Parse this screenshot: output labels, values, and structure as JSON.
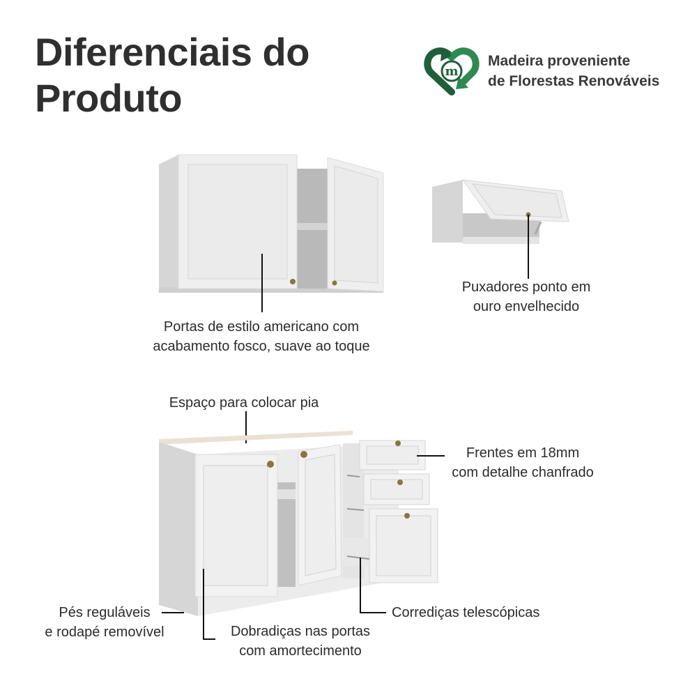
{
  "header": {
    "title_line1": "Diferenciais do",
    "title_line2": "Produto"
  },
  "badge": {
    "icon": "recycle-heart-m-icon",
    "line1": "Madeira proveniente",
    "line2": "de Florestas Renováveis",
    "color_dark": "#1f5e3a",
    "color_light": "#2f8a52"
  },
  "callouts": {
    "doors": {
      "line1": "Portas de estilo americano com",
      "line2": "acabamento fosco, suave ao toque"
    },
    "handles": {
      "line1": "Puxadores ponto em",
      "line2": "ouro envelhecido"
    },
    "sink": {
      "line1": "Espaço para colocar pia"
    },
    "fronts": {
      "line1": "Frentes em 18mm",
      "line2": "com detalhe chanfrado"
    },
    "feet": {
      "line1": "Pés reguláveis",
      "line2": "e rodapé removível"
    },
    "hinges": {
      "line1": "Dobradiças nas portas",
      "line2": "com amortecimento"
    },
    "slides": {
      "line1": "Corrediças telescópicas"
    }
  },
  "colors": {
    "cabinet_white": "#f2f2f2",
    "cabinet_shadow": "#d9d9d9",
    "knob_gold": "#8a7442",
    "leader_line": "#111111"
  }
}
